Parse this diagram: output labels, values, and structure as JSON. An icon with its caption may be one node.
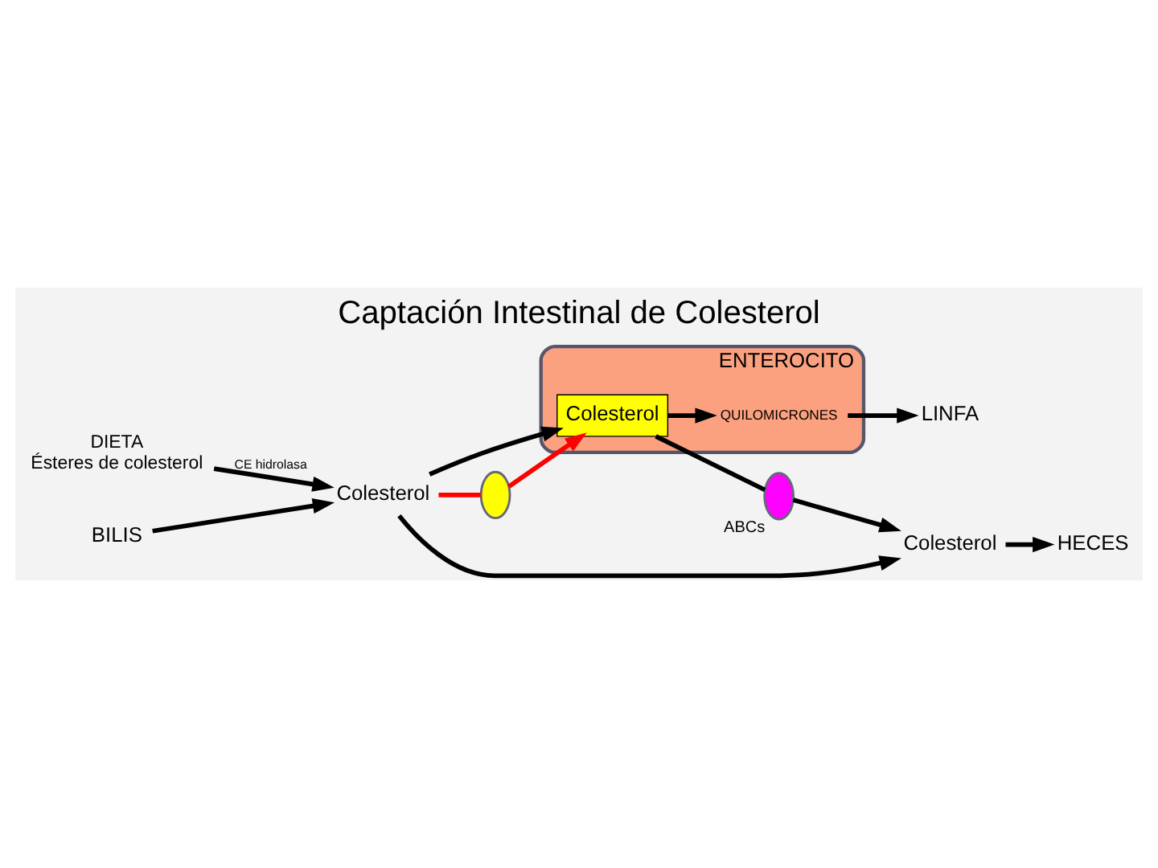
{
  "diagram": {
    "title": "Captación Intestinal de Colesterol",
    "nodes": [
      {
        "text": [
          "DIETA",
          "Ésteres de colesterol"
        ]
      },
      {
        "text": [
          "BILIS"
        ]
      },
      {
        "text": [
          "ENTEROCITO"
        ]
      },
      {
        "text": [
          "Colesterol"
        ]
      },
      {
        "text": [
          "Colesterol"
        ],
        "in": 2
      },
      {
        "text": [],
        "shape": "circle"
      },
      {
        "text": [
          "QUILOMICRONES"
        ],
        "in": 2
      },
      {
        "text": [
          "Colesterol"
        ]
      },
      {
        "text": [],
        "shape": "circle",
        "beside": [
          "ABCs"
        ]
      },
      {
        "text": [
          "LINFA"
        ]
      },
      {
        "text": [
          "HECES"
        ]
      }
    ],
    "edges": [
      {
        "from": 0,
        "to": 3,
        "arrow": "to",
        "label": "CE hidrolasa"
      },
      {
        "from": 1,
        "to": 3,
        "arrow": "to"
      },
      {
        "from": 3,
        "to": 4,
        "arrow": "to"
      },
      {
        "from": 3,
        "to": 5,
        "arrow": "none",
        "color": "#ff0000"
      },
      {
        "from": 5,
        "to": 4,
        "arrow": "to",
        "color": "#ff0000"
      },
      {
        "from": 3,
        "to": 7,
        "arrow": "to"
      },
      {
        "from": 4,
        "to": 6,
        "arrow": "to"
      },
      {
        "from": 4,
        "to": 8,
        "arrow": "none"
      },
      {
        "from": 8,
        "to": 7,
        "arrow": "to"
      },
      {
        "from": 6,
        "to": 9,
        "arrow": "to"
      },
      {
        "from": 7,
        "to": 10,
        "arrow": "to"
      }
    ]
  }
}
